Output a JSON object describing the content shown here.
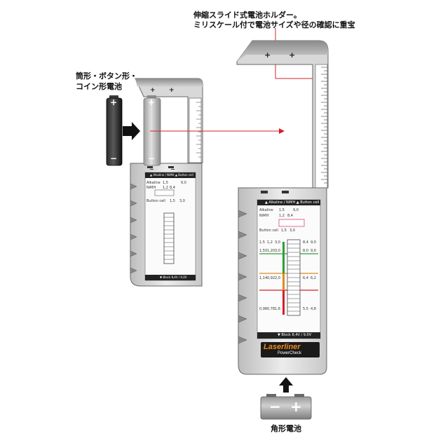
{
  "captions": {
    "holder_line1": "伸縮スライド式電池ホルダー。",
    "holder_line2": "ミリスケール付で電池サイズや径の確認に重宝",
    "cylinder_line1": "筒形・ボタン形・",
    "cylinder_line2": "コイン形電池",
    "square_battery": "角形電池"
  },
  "device": {
    "brand": "Laserliner",
    "model": "PowerCheck",
    "top_bar": "▲ Alkaline / NiMH ▲ Button cell",
    "label_alkaline": "Alkaline",
    "label_nimh": "NiMH",
    "label_button": "Button cell",
    "v15": "1,5",
    "v90": "9,0",
    "v12": "1,2",
    "v84": "8,4",
    "v30": "3,0",
    "bottom_text": "▼ Block 8,4V / 9,0V",
    "plus": "+",
    "minus": "−",
    "scale_rows": {
      "top": [
        "1,5",
        "1,2",
        "3,0",
        "8,4",
        "9,0"
      ],
      "good": [
        "1,50",
        "1,20",
        "3,0",
        "8,0",
        "9,0"
      ],
      "mid": [
        "1,14",
        "0,92",
        "2,0",
        "6,4",
        "6,2"
      ],
      "low": [
        "0,96",
        "0,78",
        "1,6",
        "5,5",
        "4,8"
      ]
    }
  },
  "battery": {
    "plus": "+",
    "minus": "−"
  },
  "colors": {
    "accent_red": "#d4202a",
    "good": "#2e9e3a",
    "mid": "#e08a1e",
    "bad": "#d4202a"
  }
}
